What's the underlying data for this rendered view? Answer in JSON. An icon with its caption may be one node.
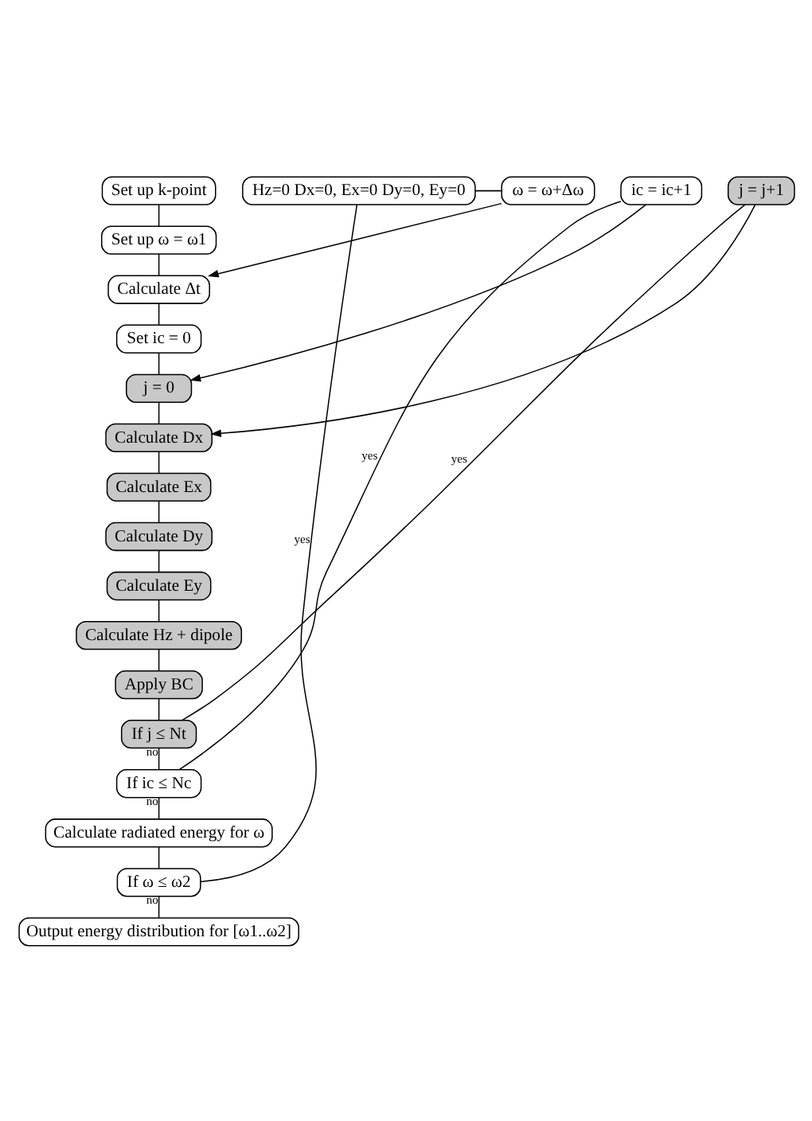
{
  "diagram": {
    "nodes": [
      {
        "text": [
          "Set up k-point"
        ]
      },
      {
        "text": [
          "Set up ω = ω1"
        ]
      },
      {
        "text": [
          "Calculate Δt"
        ]
      },
      {
        "text": [
          "Set ic = 0"
        ]
      },
      {
        "text": [
          "j = 0"
        ]
      },
      {
        "text": [
          "Calculate Dx"
        ]
      },
      {
        "text": [
          "Calculate Ex"
        ]
      },
      {
        "text": [
          "Calculate Dy"
        ]
      },
      {
        "text": [
          "Calculate Ey"
        ]
      },
      {
        "text": [
          "Calculate Hz + dipole"
        ]
      },
      {
        "text": [
          "Apply BC"
        ]
      },
      {
        "text": [
          "If j ≤ Nt"
        ]
      },
      {
        "text": [
          "If ic ≤ Nc"
        ]
      },
      {
        "text": [
          "Calculate radiated energy for ω"
        ]
      },
      {
        "text": [
          "If ω ≤ ω2"
        ]
      },
      {
        "text": [
          "Output energy distribution for [ω1..ω2]"
        ]
      },
      {
        "text": [
          "ω = ω+Δω"
        ]
      },
      {
        "text": [
          "Hz=0 Dx=0, Ex=0 Dy=0, Ey=0"
        ]
      },
      {
        "text": [
          "j = j+1"
        ]
      },
      {
        "text": [
          "ic = ic+1"
        ]
      }
    ],
    "edges": [
      {
        "from": 0,
        "to": 1,
        "arrow": "none"
      },
      {
        "from": 1,
        "to": 2,
        "arrow": "none"
      },
      {
        "from": 2,
        "to": 3,
        "arrow": "none"
      },
      {
        "from": 3,
        "to": 4,
        "arrow": "none"
      },
      {
        "from": 4,
        "to": 5,
        "arrow": "none"
      },
      {
        "from": 5,
        "to": 6,
        "arrow": "none"
      },
      {
        "from": 6,
        "to": 7,
        "arrow": "none"
      },
      {
        "from": 7,
        "to": 8,
        "arrow": "none"
      },
      {
        "from": 8,
        "to": 9,
        "arrow": "none"
      },
      {
        "from": 9,
        "to": 10,
        "arrow": "none"
      },
      {
        "from": 10,
        "to": 11,
        "arrow": "none"
      },
      {
        "from": 11,
        "to": 12,
        "label": "no",
        "arrow": "none"
      },
      {
        "from": 12,
        "to": 13,
        "label": "no",
        "arrow": "none"
      },
      {
        "from": 13,
        "to": 14,
        "arrow": "none"
      },
      {
        "from": 14,
        "to": 15,
        "label": "no",
        "arrow": "none"
      },
      {
        "from": 11,
        "to": 18,
        "label": "yes",
        "arrow": "none"
      },
      {
        "from": 18,
        "to": 5,
        "arrow": "to"
      },
      {
        "from": 12,
        "to": 19,
        "label": "yes",
        "arrow": "none"
      },
      {
        "from": 19,
        "to": 4,
        "arrow": "to"
      },
      {
        "from": 14,
        "to": 17,
        "label": "yes",
        "arrow": "none"
      },
      {
        "from": 17,
        "to": 16,
        "arrow": "none"
      },
      {
        "from": 16,
        "to": 2,
        "arrow": "to"
      }
    ]
  }
}
